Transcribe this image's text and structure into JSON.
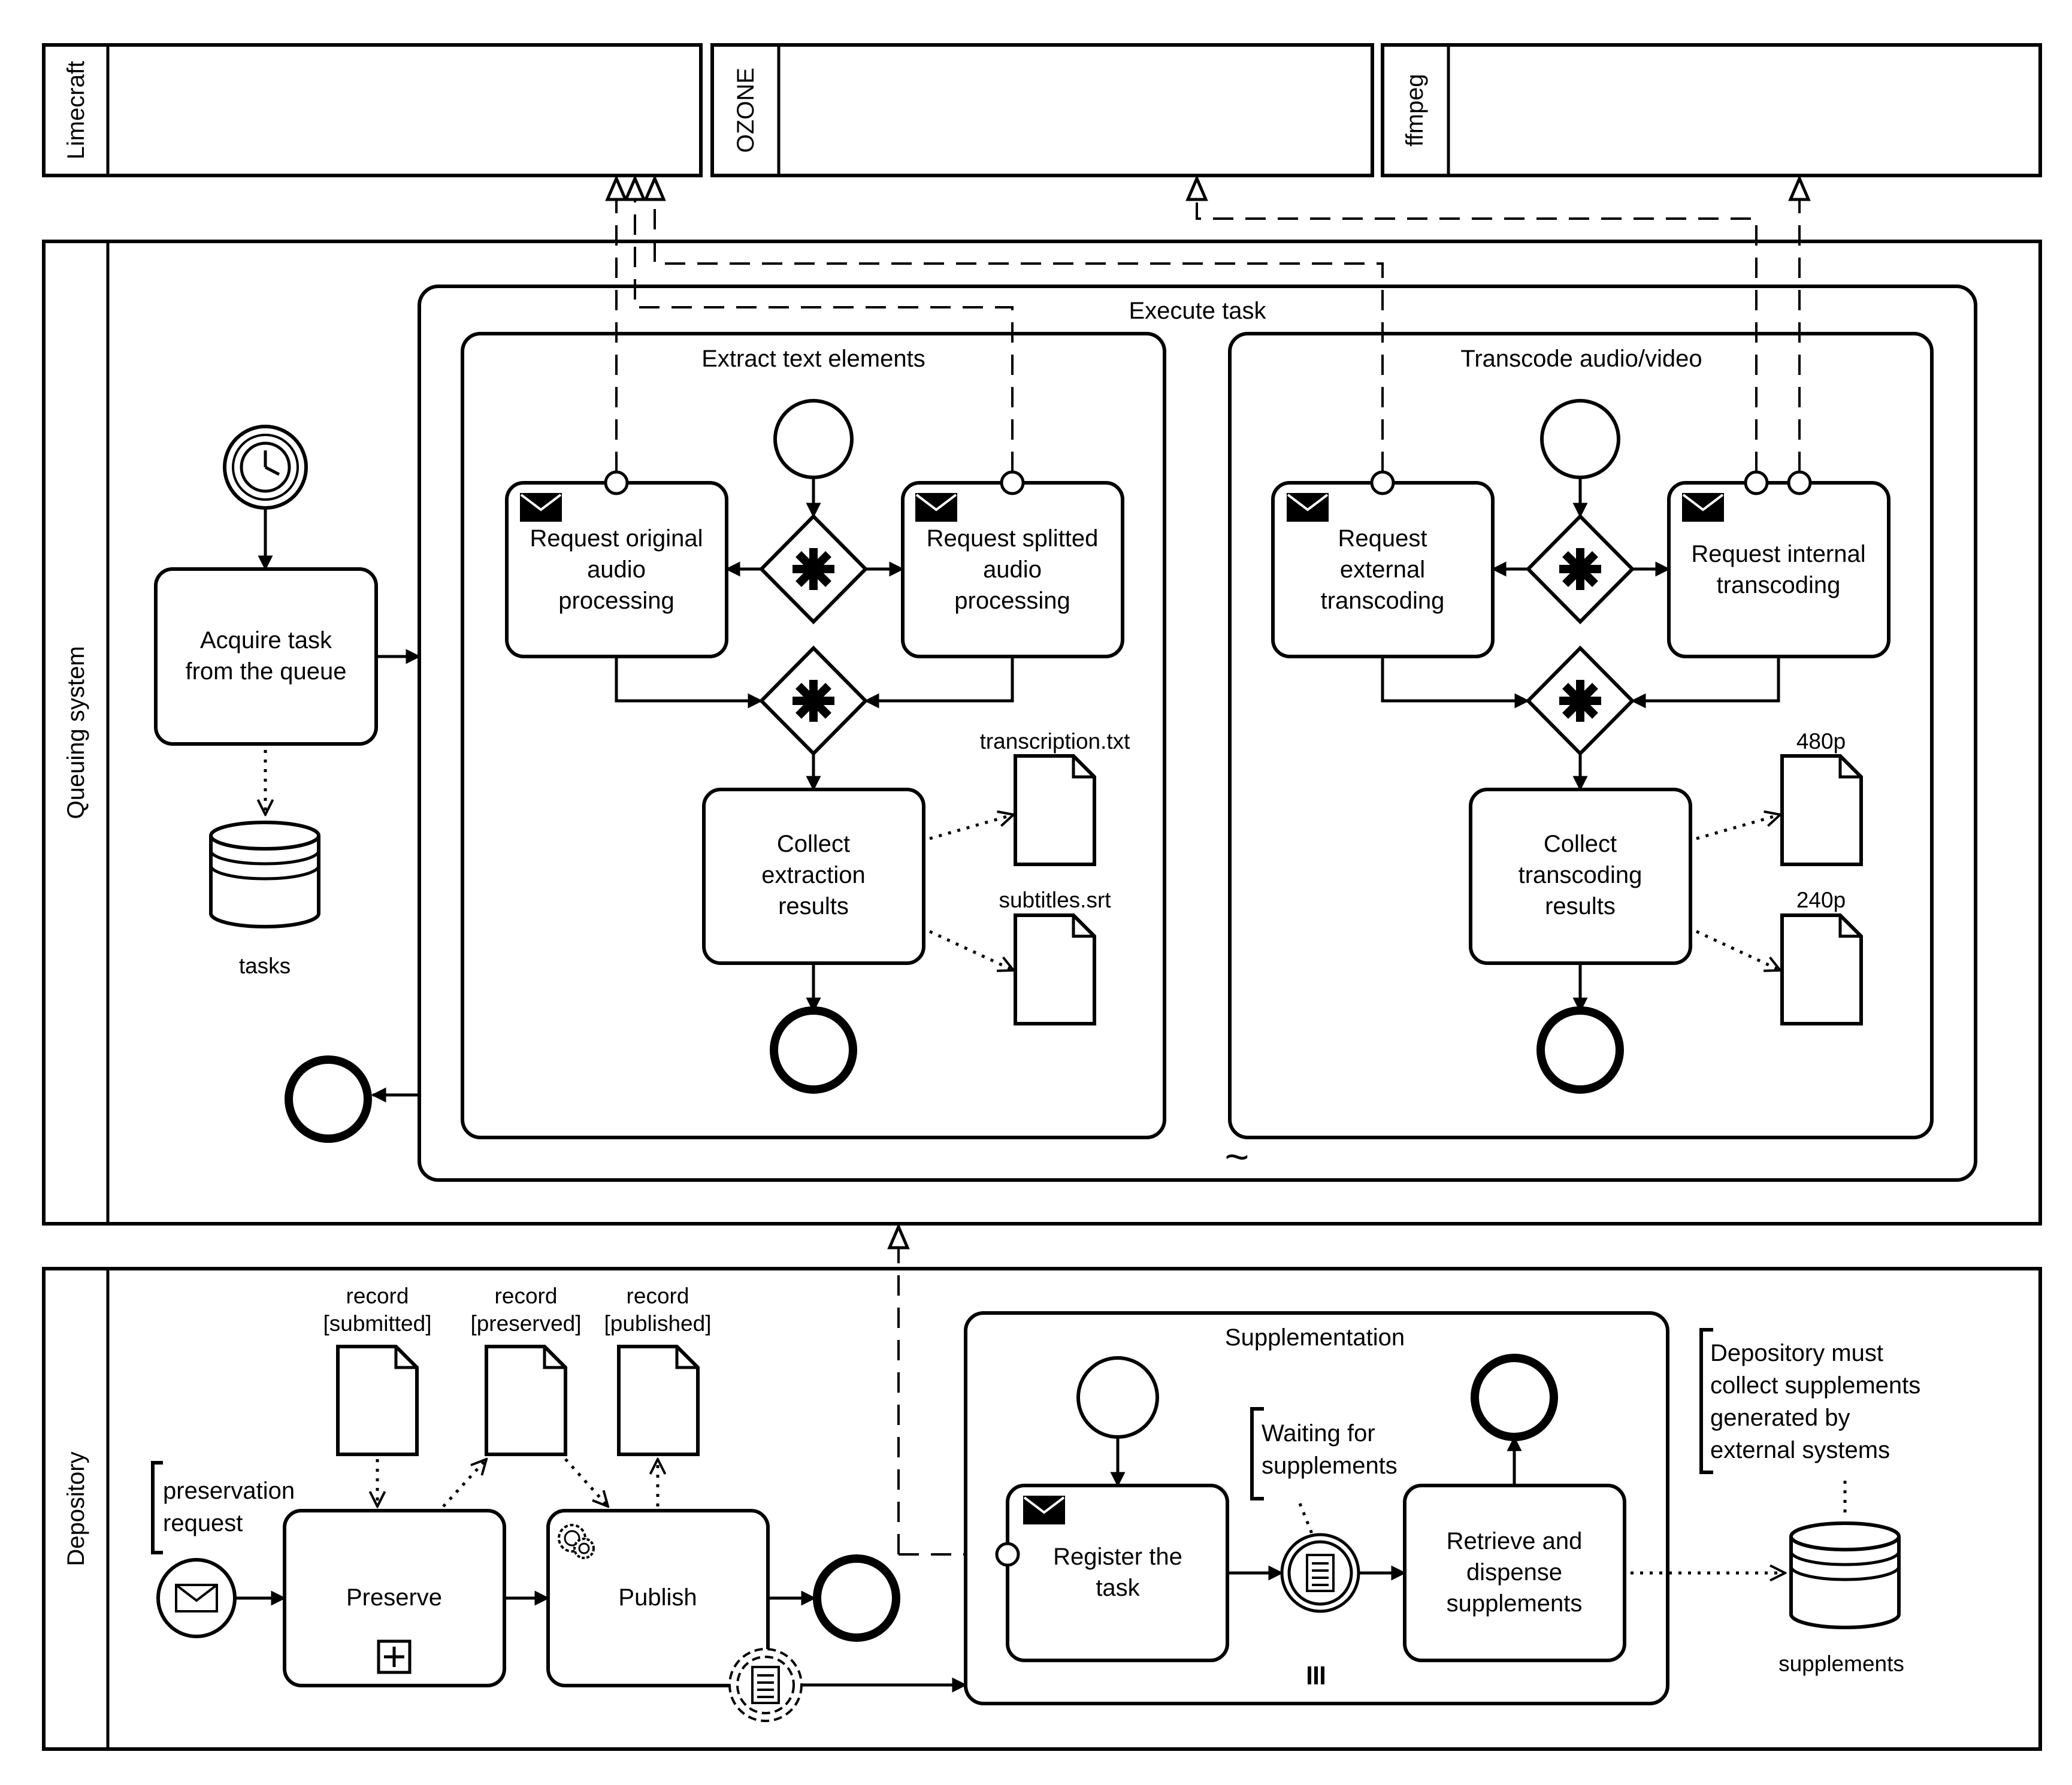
{
  "pools": {
    "limecraft": "Limecraft",
    "ozone": "OZONE",
    "ffmpeg": "ffmpeg",
    "queuing": "Queuing system",
    "depository": "Depository"
  },
  "queue": {
    "acquire_task": [
      "Acquire task",
      "from the queue"
    ],
    "tasks_store": "tasks",
    "execute_task": "Execute task",
    "extract_title": "Extract text elements",
    "req_original": [
      "Request original",
      "audio",
      "processing"
    ],
    "req_splitted": [
      "Request splitted",
      "audio",
      "processing"
    ],
    "collect_extraction": [
      "Collect",
      "extraction",
      "results"
    ],
    "transcription_file": "transcription.txt",
    "subtitles_file": "subtitles.srt",
    "transcode_title": "Transcode audio/video",
    "req_external": [
      "Request",
      "external",
      "transcoding"
    ],
    "req_internal": [
      "Request internal",
      "transcoding"
    ],
    "collect_transcoding": [
      "Collect",
      "transcoding",
      "results"
    ],
    "file_480": "480p",
    "file_240": "240p",
    "adhoc_marker": "~"
  },
  "depository": {
    "preservation_request": [
      "preservation",
      "request"
    ],
    "record_submitted": [
      "record",
      "[submitted]"
    ],
    "record_preserved": [
      "record",
      "[preserved]"
    ],
    "record_published": [
      "record",
      "[published]"
    ],
    "preserve": "Preserve",
    "publish": "Publish",
    "supplementation": "Supplementation",
    "register_task": [
      "Register the",
      "task"
    ],
    "waiting_note": [
      "Waiting for",
      "supplements"
    ],
    "retrieve": [
      "Retrieve and",
      "dispense",
      "supplements"
    ],
    "depository_note": [
      "Depository must",
      "collect supplements",
      "generated by",
      "external systems"
    ],
    "supplements_store": "supplements"
  }
}
